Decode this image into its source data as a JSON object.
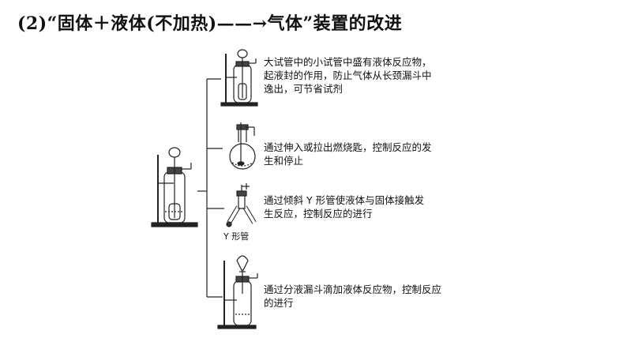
{
  "title": "(2)“固体＋液体(不加热)——→气体”装置的改进",
  "items": [
    {
      "text": "大试管中的小试管中盛有液体反应物，起液封的作用，防止气体从长颈漏斗中逸出，可节省试剂"
    },
    {
      "text": "通过伸入或拉出燃烧匙，控制反应的发生和停止"
    },
    {
      "text": "通过倾斜 Y 形管使液体与固体接触发生反应，控制反应的进行"
    },
    {
      "text": "通过分液漏斗滴加液体反应物，控制反应的进行"
    }
  ],
  "y_tube_label": "Y 形管"
}
